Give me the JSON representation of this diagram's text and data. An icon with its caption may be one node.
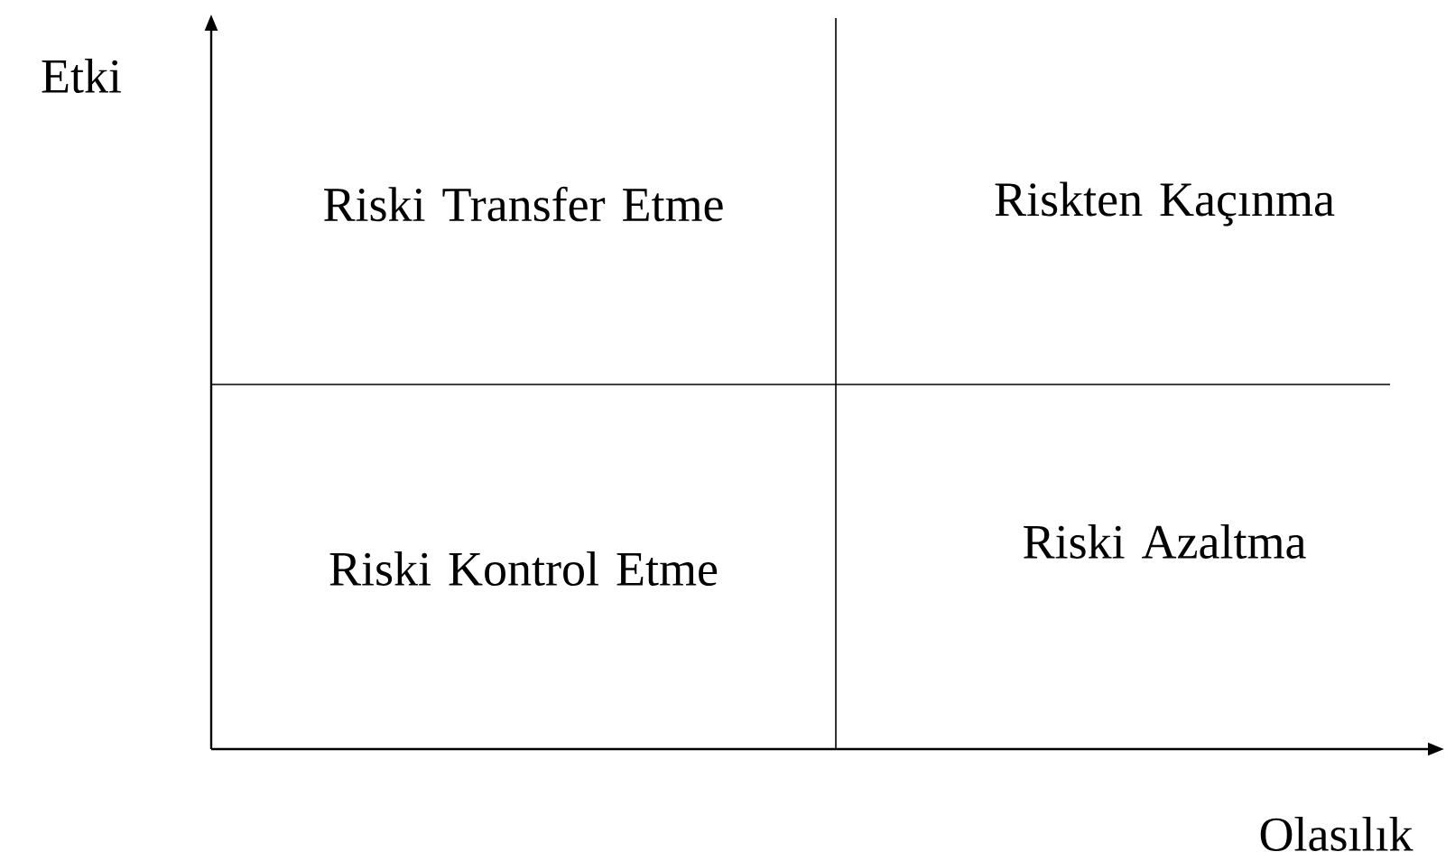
{
  "diagram": {
    "nodes": [
      {
        "text": [
          "Riski Transfer Etme"
        ]
      },
      {
        "text": [
          "Riskten Kaçınma"
        ]
      },
      {
        "text": [
          "Riski Kontrol Etme"
        ]
      },
      {
        "text": [
          "Riski Azaltma"
        ]
      }
    ],
    "labels": [
      "Etki",
      "Olasılık"
    ]
  }
}
